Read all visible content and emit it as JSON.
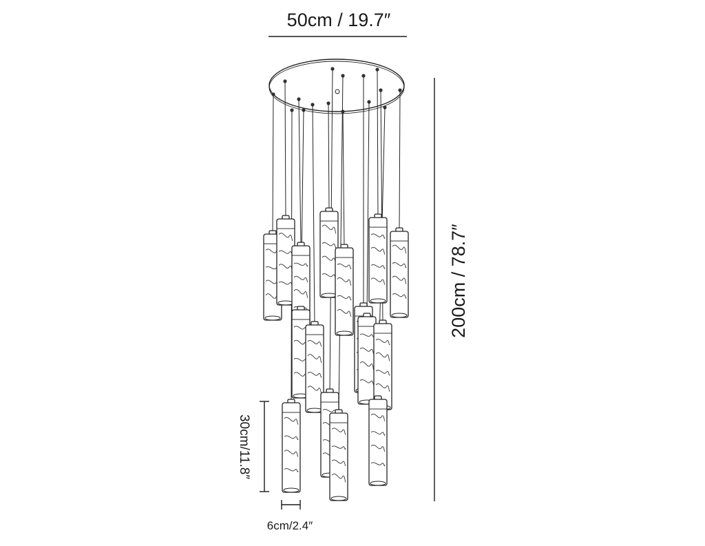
{
  "dimensions": {
    "width_label": "50cm / 19.7″",
    "height_label": "200cm / 78.7″",
    "tube_length_label": "30cm/11.8″",
    "tube_diameter_label": "6cm/2.4″"
  },
  "colors": {
    "line": "#1a1a1a",
    "background": "#ffffff"
  }
}
